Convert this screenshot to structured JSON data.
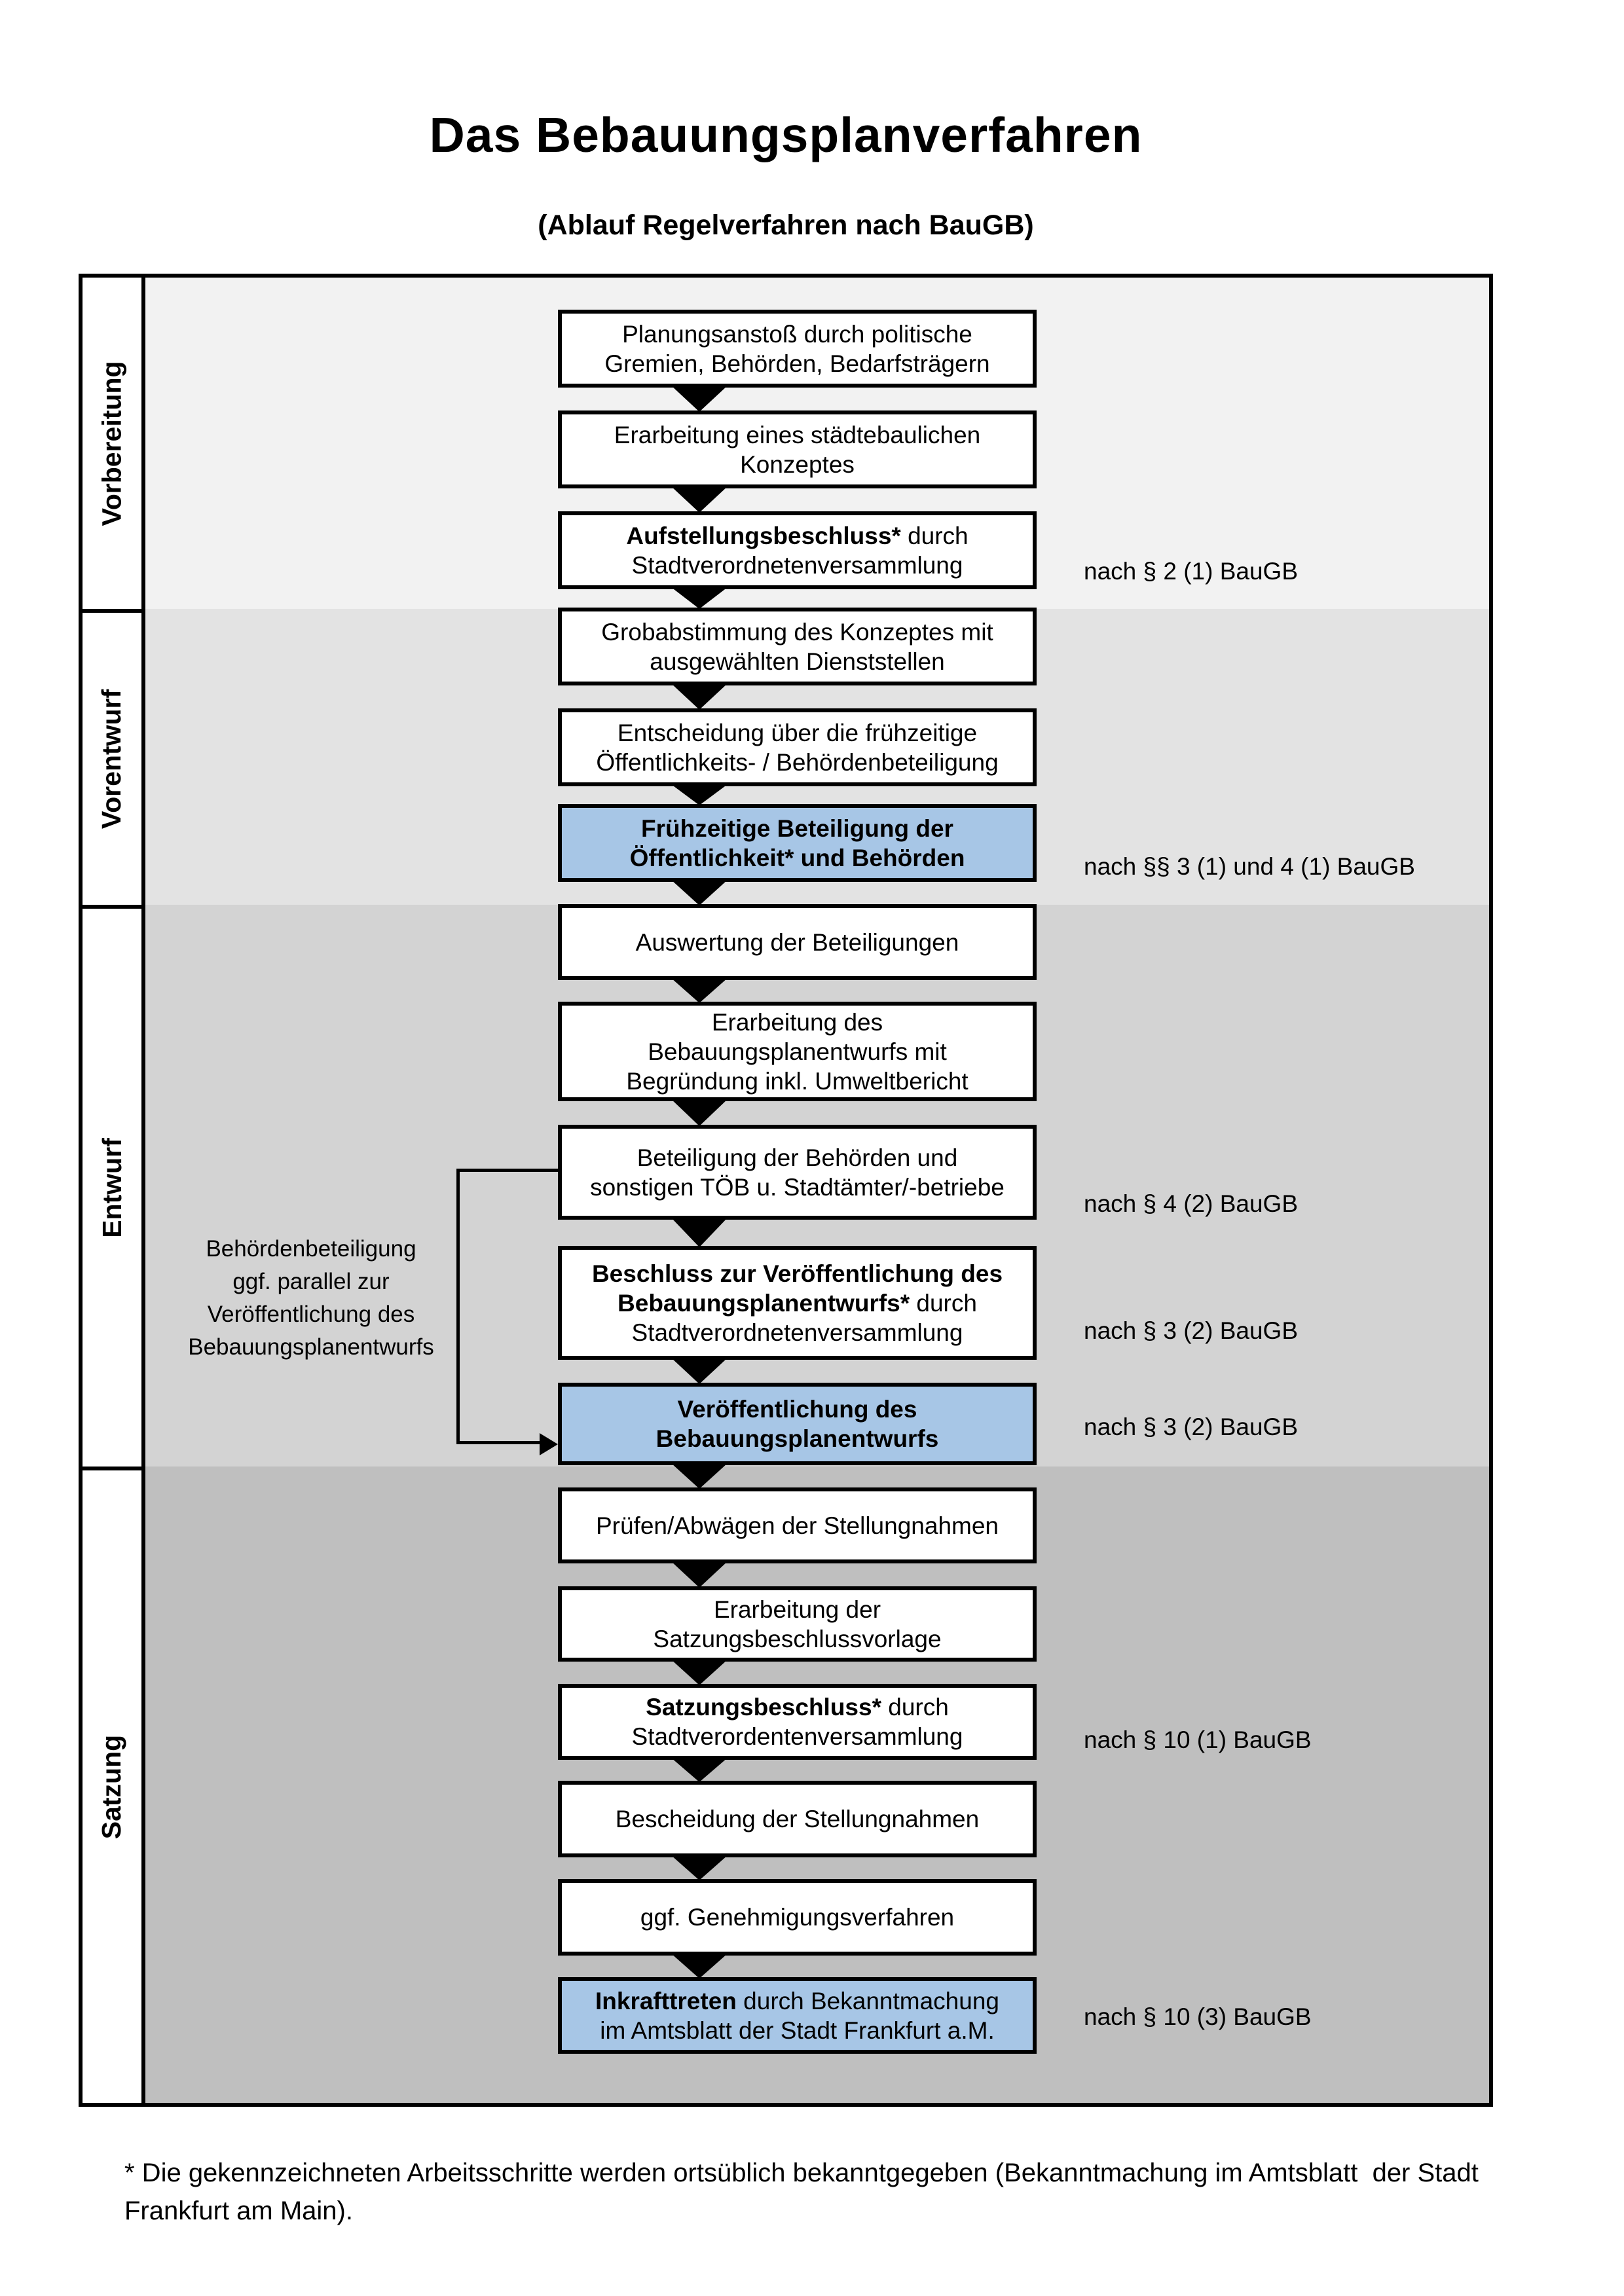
{
  "title": "Das Bebauungsplanverfahren",
  "subtitle": "(Ablauf Regelverfahren nach BauGB)",
  "colors": {
    "box_highlight": "#a7c6e6",
    "box_border": "#000000",
    "section_shades": [
      "#f2f2f2",
      "#e3e3e3",
      "#d3d3d3",
      "#bfbfbf"
    ],
    "text": "#000000"
  },
  "phases": [
    {
      "label": "Vorbereitung"
    },
    {
      "label": "Vorentwurf"
    },
    {
      "label": "Entwurf"
    },
    {
      "label": "Satzung"
    }
  ],
  "steps": [
    {
      "highlight": false,
      "lines": [
        [
          {
            "t": "Planungsanstoß durch politische",
            "b": false
          }
        ],
        [
          {
            "t": "Gremien, Behörden, Bedarfsträgern",
            "b": false
          }
        ]
      ]
    },
    {
      "highlight": false,
      "lines": [
        [
          {
            "t": "Erarbeitung eines städtebaulichen",
            "b": false
          }
        ],
        [
          {
            "t": "Konzeptes",
            "b": false
          }
        ]
      ]
    },
    {
      "highlight": false,
      "lines": [
        [
          {
            "t": "Aufstellungsbeschluss*",
            "b": true
          },
          {
            "t": " durch",
            "b": false
          }
        ],
        [
          {
            "t": "Stadtverordnetenversammlung",
            "b": false
          }
        ]
      ]
    },
    {
      "highlight": false,
      "lines": [
        [
          {
            "t": "Grobabstimmung des Konzeptes mit",
            "b": false
          }
        ],
        [
          {
            "t": "ausgewählten Dienststellen",
            "b": false
          }
        ]
      ]
    },
    {
      "highlight": false,
      "lines": [
        [
          {
            "t": "Entscheidung über die frühzeitige",
            "b": false
          }
        ],
        [
          {
            "t": "Öffentlichkeits- / Behördenbeteiligung",
            "b": false
          }
        ]
      ]
    },
    {
      "highlight": true,
      "lines": [
        [
          {
            "t": "Frühzeitige Beteiligung der",
            "b": true
          }
        ],
        [
          {
            "t": "Öffentlichkeit* und Behörden",
            "b": true
          }
        ]
      ]
    },
    {
      "highlight": false,
      "lines": [
        [
          {
            "t": "Auswertung der Beteiligungen",
            "b": false
          }
        ]
      ]
    },
    {
      "highlight": false,
      "lines": [
        [
          {
            "t": "Erarbeitung des",
            "b": false
          }
        ],
        [
          {
            "t": "Bebauungsplanentwurfs mit",
            "b": false
          }
        ],
        [
          {
            "t": "Begründung inkl. Umweltbericht",
            "b": false
          }
        ]
      ]
    },
    {
      "highlight": false,
      "lines": [
        [
          {
            "t": "Beteiligung der Behörden und",
            "b": false
          }
        ],
        [
          {
            "t": "sonstigen TÖB u. Stadtämter/-betriebe",
            "b": false
          }
        ]
      ]
    },
    {
      "highlight": false,
      "lines": [
        [
          {
            "t": "Beschluss zur Veröffentlichung des",
            "b": true
          }
        ],
        [
          {
            "t": "Bebauungsplanentwurfs*",
            "b": true
          },
          {
            "t": " durch",
            "b": false
          }
        ],
        [
          {
            "t": "Stadtverordnetenversammlung",
            "b": false
          }
        ]
      ]
    },
    {
      "highlight": true,
      "lines": [
        [
          {
            "t": "Veröffentlichung des",
            "b": true
          }
        ],
        [
          {
            "t": "Bebauungsplanentwurfs",
            "b": true
          }
        ]
      ]
    },
    {
      "highlight": false,
      "lines": [
        [
          {
            "t": "Prüfen/Abwägen der Stellungnahmen",
            "b": false
          }
        ]
      ]
    },
    {
      "highlight": false,
      "lines": [
        [
          {
            "t": "Erarbeitung der",
            "b": false
          }
        ],
        [
          {
            "t": "Satzungsbeschlussvorlage",
            "b": false
          }
        ]
      ]
    },
    {
      "highlight": false,
      "lines": [
        [
          {
            "t": "Satzungsbeschluss*",
            "b": true
          },
          {
            "t": " durch",
            "b": false
          }
        ],
        [
          {
            "t": "Stadtverordentenversammlung",
            "b": false
          }
        ]
      ]
    },
    {
      "highlight": false,
      "lines": [
        [
          {
            "t": "Bescheidung der Stellungnahmen",
            "b": false
          }
        ]
      ]
    },
    {
      "highlight": false,
      "lines": [
        [
          {
            "t": "ggf. Genehmigungsverfahren",
            "b": false
          }
        ]
      ]
    },
    {
      "highlight": true,
      "lines": [
        [
          {
            "t": "Inkrafttreten",
            "b": true
          },
          {
            "t": " durch Bekanntmachung",
            "b": false
          }
        ],
        [
          {
            "t": "im Amtsblatt der Stadt Frankfurt a.M.",
            "b": false
          }
        ]
      ]
    }
  ],
  "notes": [
    {
      "label": "nach § 2 (1) BauGB"
    },
    {
      "label": "nach §§ 3 (1) und 4 (1) BauGB"
    },
    {
      "label": "nach § 4 (2) BauGB"
    },
    {
      "label": "nach § 3 (2) BauGB"
    },
    {
      "label": "nach § 3 (2) BauGB"
    },
    {
      "label": "nach § 10 (1) BauGB"
    },
    {
      "label": "nach § 10 (3) BauGB"
    }
  ],
  "side_annotation": {
    "text": "Behördenbeteiligung\nggf. parallel zur\nVeröffentlichung des\nBebauungsplanentwurfs"
  },
  "footnote": "* Die gekennzeichneten Arbeitsschritte werden ortsüblich bekanntgegeben (Bekanntmachung im Amtsblatt  der Stadt\nFrankfurt am Main)."
}
